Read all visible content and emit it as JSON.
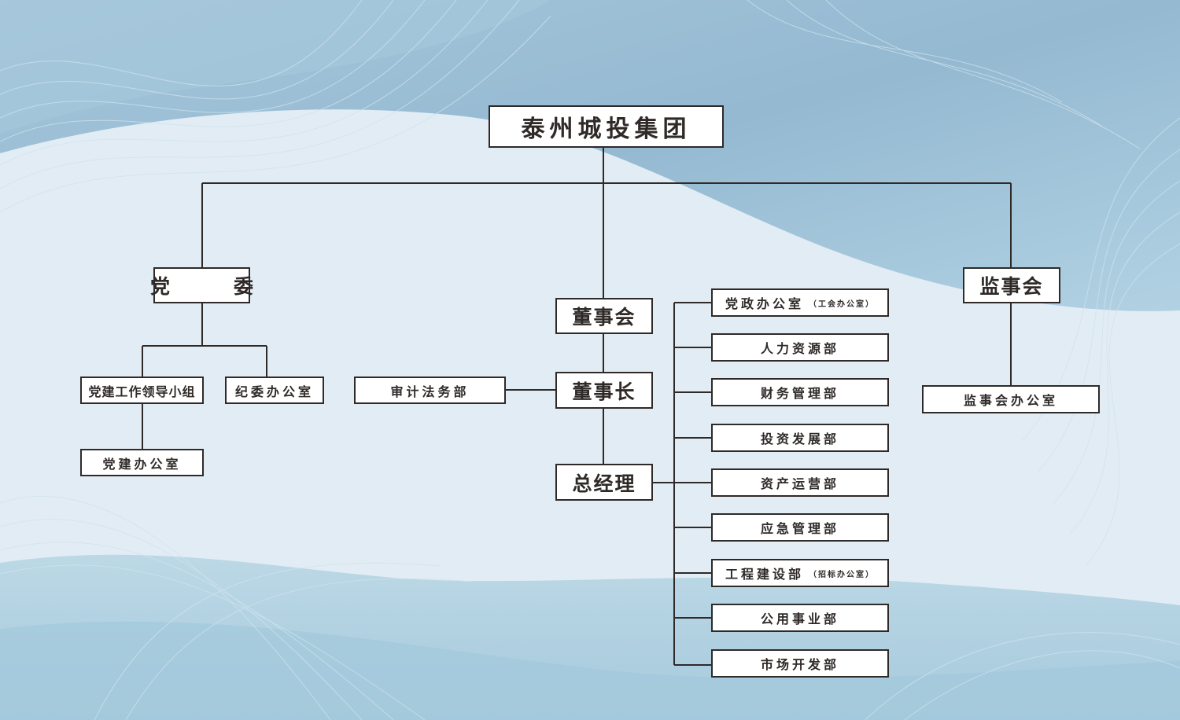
{
  "colors": {
    "line": "#2f2a28",
    "box_fill": "#ffffff",
    "bg_light": "#e2ecf4",
    "bg_blue": "#7eaac6"
  },
  "org": {
    "root": "泰州城投集团",
    "party_committee": "党　委",
    "party_group": "党建工作领导小组",
    "discipline_office": "纪委办公室",
    "party_office": "党建办公室",
    "board": "董事会",
    "chairman": "董事长",
    "audit_legal": "审计法务部",
    "general_manager": "总经理",
    "supervisory_board": "监事会",
    "supervisory_office": "监事会办公室",
    "departments": [
      {
        "name": "党政办公室",
        "note": "（工会办公室）"
      },
      {
        "name": "人力资源部"
      },
      {
        "name": "财务管理部"
      },
      {
        "name": "投资发展部"
      },
      {
        "name": "资产运营部"
      },
      {
        "name": "应急管理部"
      },
      {
        "name": "工程建设部",
        "note": "（招标办公室）"
      },
      {
        "name": "公用事业部"
      },
      {
        "name": "市场开发部"
      }
    ]
  }
}
